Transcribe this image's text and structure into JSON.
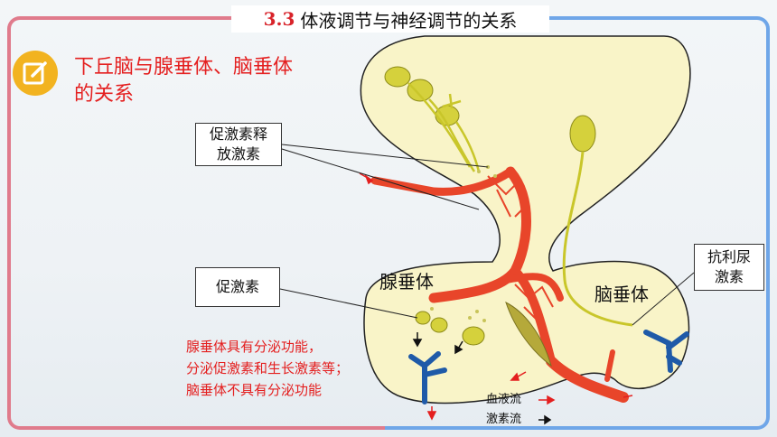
{
  "title": {
    "number": "3.3",
    "text": "体液调节与神经调节的关系"
  },
  "heading": {
    "line1": "下丘脑与腺垂体、脑垂体",
    "line2": "的关系"
  },
  "labels": {
    "releasing_hormone_line1": "促激素释",
    "releasing_hormone_line2": "放激素",
    "tropic_hormone": "促激素",
    "adh_line1": "抗利尿",
    "adh_line2": "激素",
    "anterior_pituitary": "腺垂体",
    "posterior_pituitary": "脑垂体"
  },
  "note": {
    "line1": "腺垂体具有分泌功能，",
    "line2": "分泌促激素和生长激素等；",
    "line3": "脑垂体不具有分泌功能"
  },
  "legend": {
    "blood_flow": "血液流",
    "hormone_flow": "激素流"
  },
  "colors": {
    "red": "#e41f1f",
    "artery": "#e8452a",
    "vein": "#1f5aa8",
    "neuron": "#c9c62a",
    "tissue": "#f9f4c8",
    "pink": "#e07b8c",
    "blue": "#6fa6e8",
    "icon": "#f2b320"
  }
}
